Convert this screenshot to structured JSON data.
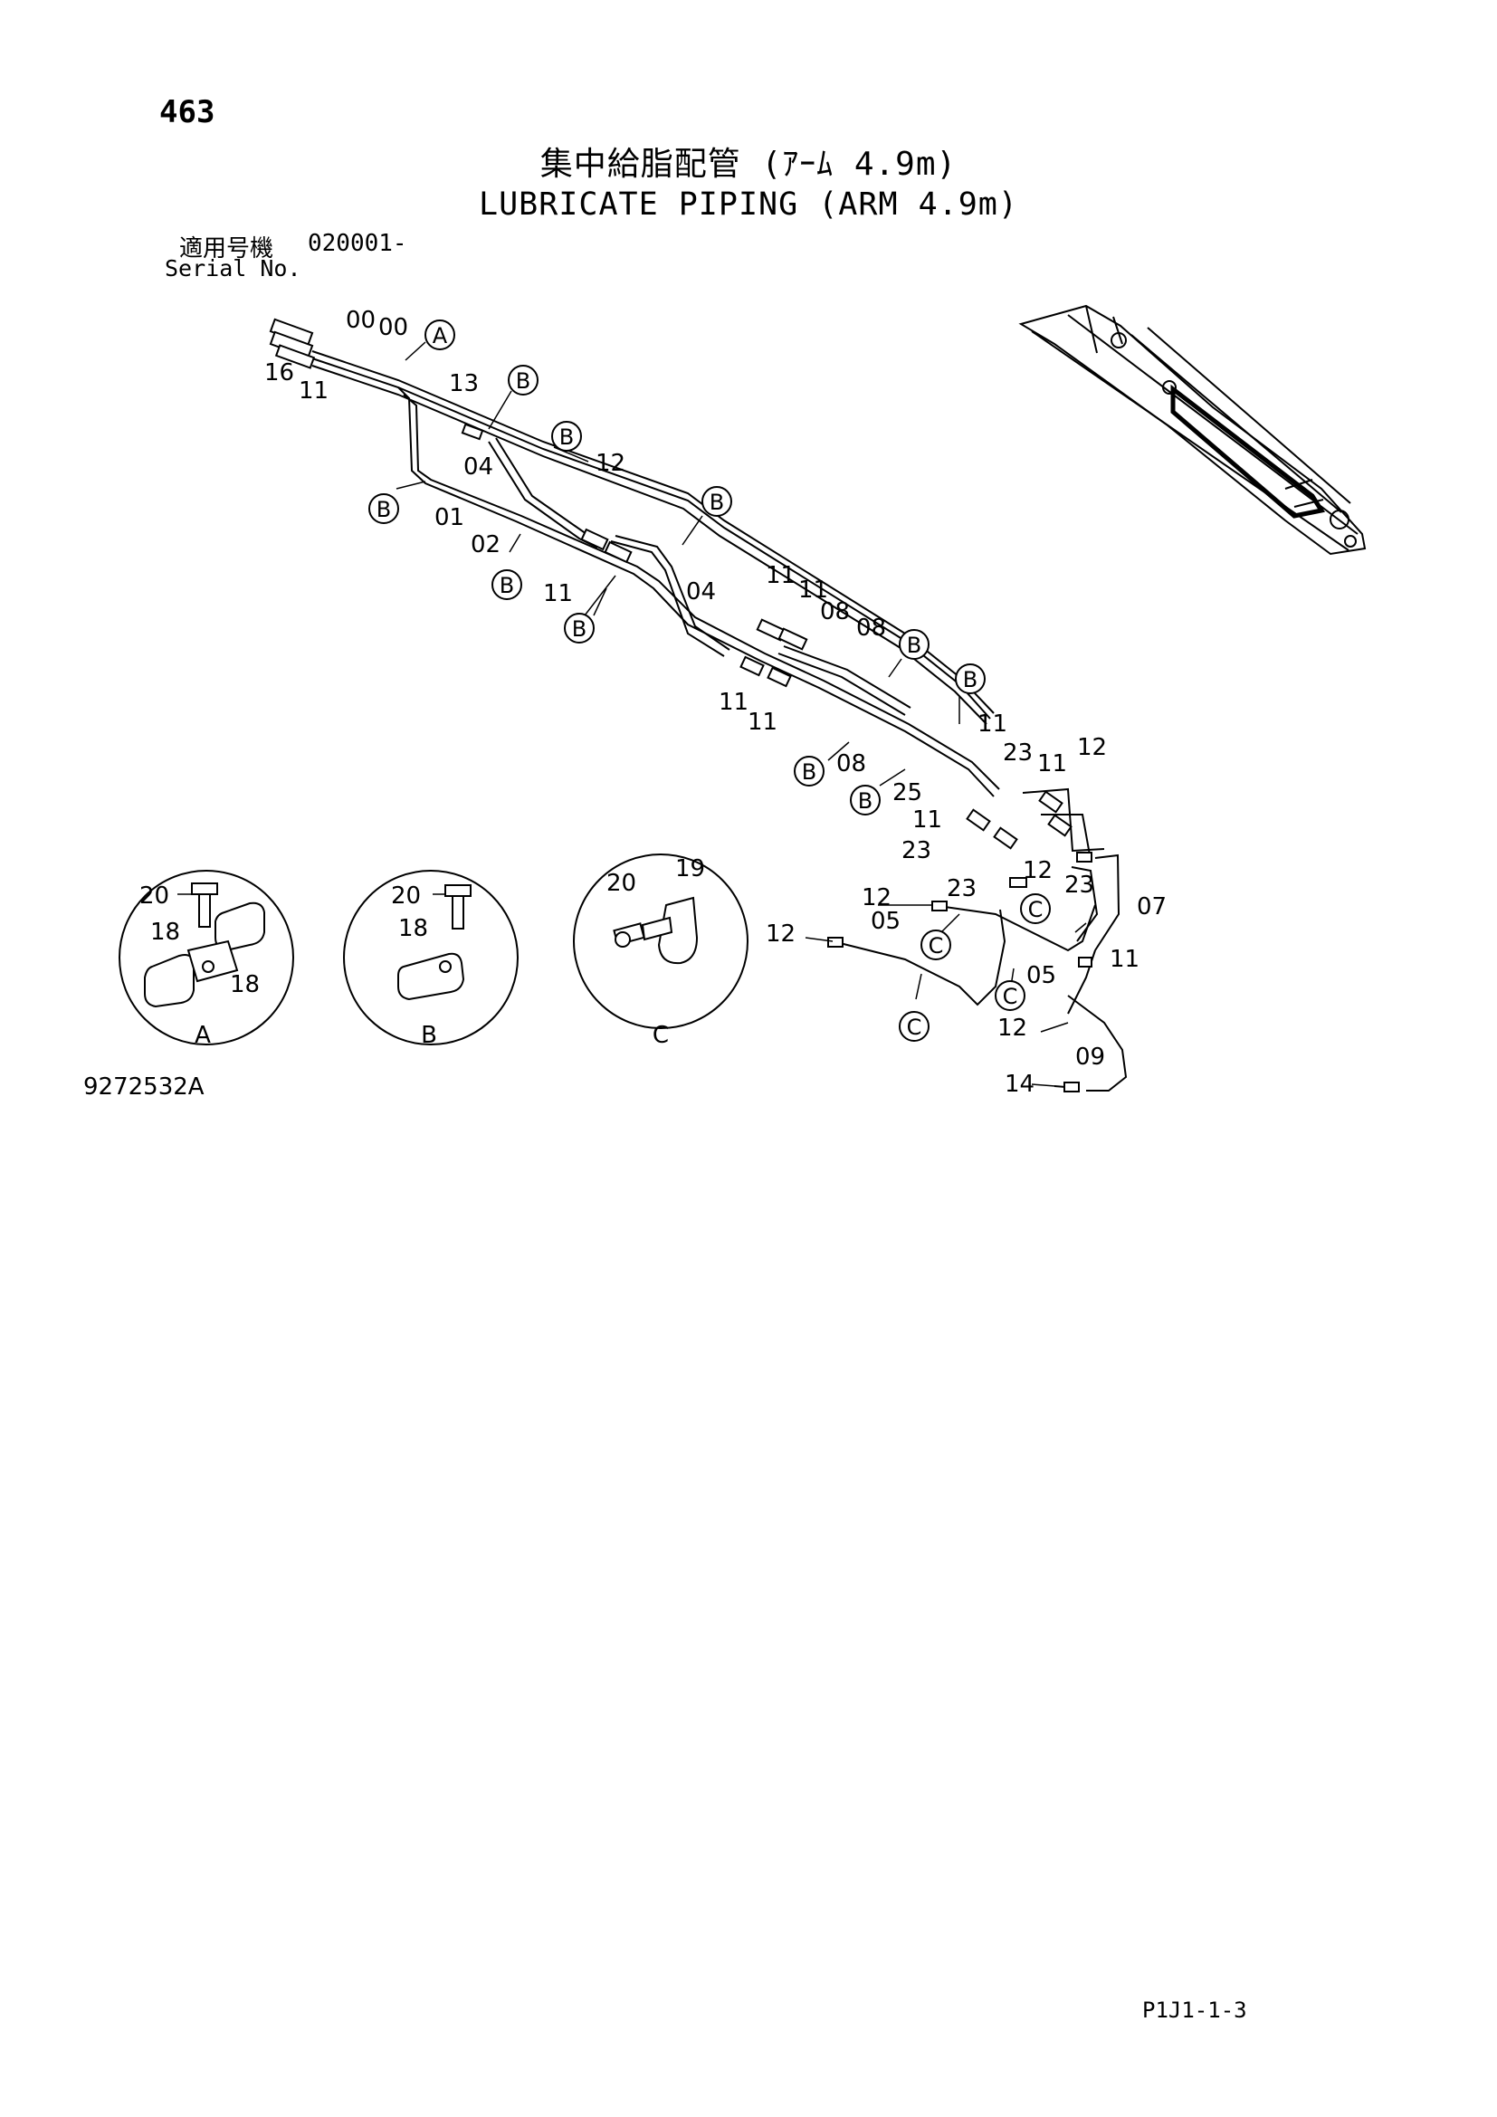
{
  "header": {
    "page_number": "463",
    "title_jp": "集中給脂配管 (ｱｰﾑ 4.9m)",
    "title_en": "LUBRICATE PIPING (ARM 4.9m)",
    "serial_label_jp": "適用号機",
    "serial_value": "020001-",
    "serial_label_en": "Serial No."
  },
  "diagram": {
    "callouts": {
      "a": "A",
      "b": "B",
      "c": "C"
    },
    "part_labels": {
      "p00": "00",
      "p01": "01",
      "p02": "02",
      "p04": "04",
      "p05": "05",
      "p07": "07",
      "p08": "08",
      "p09": "09",
      "p11": "11",
      "p12": "12",
      "p13": "13",
      "p14": "14",
      "p16": "16",
      "p18": "18",
      "p19": "19",
      "p20": "20",
      "p23": "23",
      "p25": "25"
    },
    "detail_views": {
      "a": "A",
      "b": "B",
      "c": "C"
    }
  },
  "footer": {
    "drawing_number": "9272532A",
    "page_code": "P1J1-1-3"
  }
}
